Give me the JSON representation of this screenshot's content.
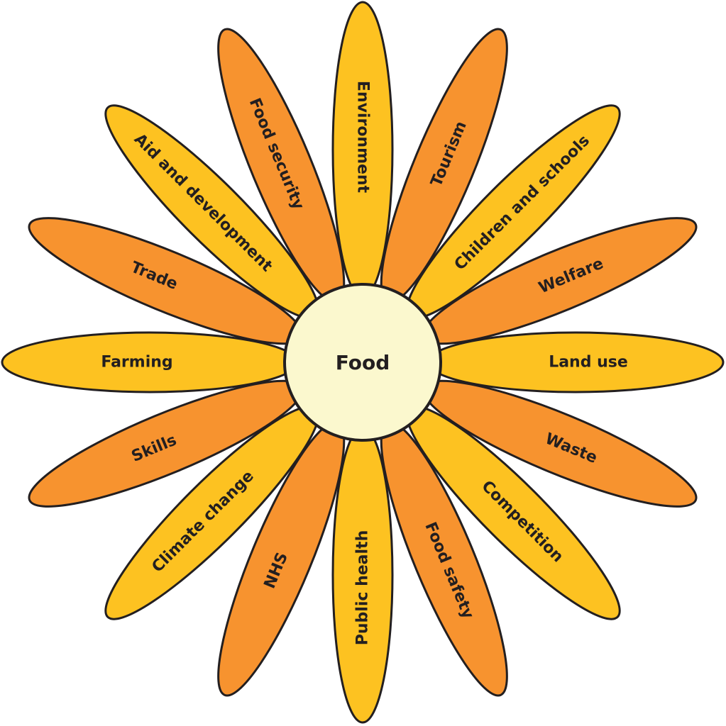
{
  "center": {
    "label": "Food"
  },
  "colors": {
    "yellow": "#FDC221",
    "orange": "#F7932F",
    "center": "#FBF8CE",
    "stroke": "#231F20"
  },
  "petals": [
    {
      "label": "Environment",
      "color": "yellow"
    },
    {
      "label": "Tourism",
      "color": "orange"
    },
    {
      "label": "Children and schools",
      "color": "yellow"
    },
    {
      "label": "Welfare",
      "color": "orange"
    },
    {
      "label": "Land use",
      "color": "yellow"
    },
    {
      "label": "Waste",
      "color": "orange"
    },
    {
      "label": "Competition",
      "color": "yellow"
    },
    {
      "label": "Food safety",
      "color": "orange"
    },
    {
      "label": "Public health",
      "color": "yellow"
    },
    {
      "label": "NHS",
      "color": "orange"
    },
    {
      "label": "Climate change",
      "color": "yellow"
    },
    {
      "label": "Skills",
      "color": "orange"
    },
    {
      "label": "Farming",
      "color": "yellow"
    },
    {
      "label": "Trade",
      "color": "orange"
    },
    {
      "label": "Aid and development",
      "color": "yellow"
    },
    {
      "label": "Food security",
      "color": "orange"
    }
  ]
}
